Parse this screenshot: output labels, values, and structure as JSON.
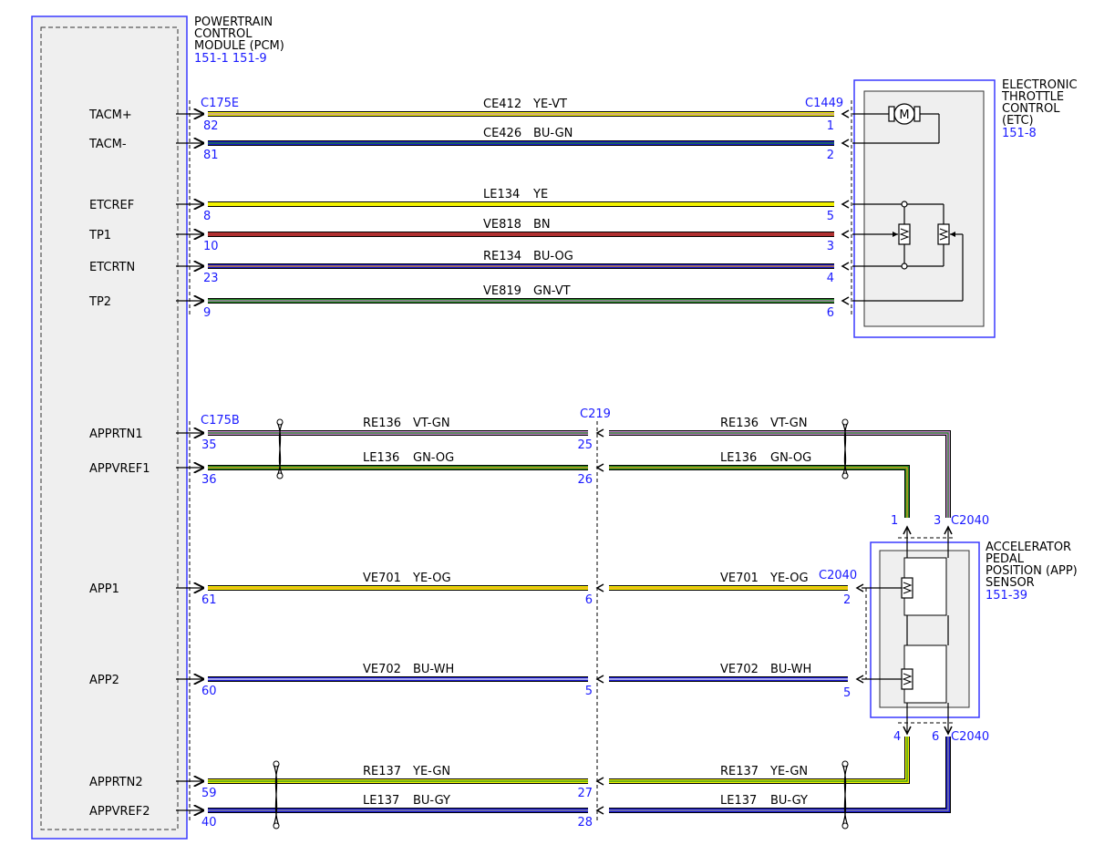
{
  "pcm": {
    "title": [
      "POWERTRAIN",
      "CONTROL",
      "MODULE (PCM)"
    ],
    "ref": "151-1 151-9"
  },
  "etc": {
    "title": [
      "ELECTRONIC",
      "THROTTLE",
      "CONTROL",
      "(ETC)"
    ],
    "ref": "151-8"
  },
  "app_sensor": {
    "title": [
      "ACCELERATOR",
      "PEDAL",
      "POSITION (APP)",
      "SENSOR"
    ],
    "ref": "151-39"
  },
  "connectors": {
    "c175e": "C175E",
    "c1449": "C1449",
    "c175b": "C175B",
    "c219": "C219",
    "c2040": "C2040"
  },
  "colors": {
    "YE": "#f2f200",
    "VT": "#c080c8",
    "BU": "#1515d0",
    "GN": "#1f8a1f",
    "BN": "#b03030",
    "OG": "#f0a020",
    "WH": "#ffffff",
    "GY": "#9a9a9a",
    "frame": "#3a3aff",
    "box_fill": "#efefef"
  },
  "etc_wires": [
    {
      "signal": "TACM+",
      "circuit": "CE412",
      "color": "YE-VT",
      "pcm_pin": "82",
      "etc_pin": "1"
    },
    {
      "signal": "TACM-",
      "circuit": "CE426",
      "color": "BU-GN",
      "pcm_pin": "81",
      "etc_pin": "2"
    },
    {
      "signal": "ETCREF",
      "circuit": "LE134",
      "color": "YE",
      "pcm_pin": "8",
      "etc_pin": "5"
    },
    {
      "signal": "TP1",
      "circuit": "VE818",
      "color": "BN",
      "pcm_pin": "10",
      "etc_pin": "3"
    },
    {
      "signal": "ETCRTN",
      "circuit": "RE134",
      "color": "BU-OG",
      "pcm_pin": "23",
      "etc_pin": "4"
    },
    {
      "signal": "TP2",
      "circuit": "VE819",
      "color": "GN-VT",
      "pcm_pin": "9",
      "etc_pin": "6"
    }
  ],
  "app_wires": [
    {
      "signal": "APPRTN1",
      "circuit": "RE136",
      "color": "VT-GN",
      "pcm_pin": "35",
      "c219_pin": "25",
      "app_pin": "3"
    },
    {
      "signal": "APPVREF1",
      "circuit": "LE136",
      "color": "GN-OG",
      "pcm_pin": "36",
      "c219_pin": "26",
      "app_pin": "1"
    },
    {
      "signal": "APP1",
      "circuit": "VE701",
      "color": "YE-OG",
      "pcm_pin": "61",
      "c219_pin": "6",
      "app_pin": "2"
    },
    {
      "signal": "APP2",
      "circuit": "VE702",
      "color": "BU-WH",
      "pcm_pin": "60",
      "c219_pin": "5",
      "app_pin": "5"
    },
    {
      "signal": "APPRTN2",
      "circuit": "RE137",
      "color": "YE-GN",
      "pcm_pin": "59",
      "c219_pin": "27",
      "app_pin": "4"
    },
    {
      "signal": "APPVREF2",
      "circuit": "LE137",
      "color": "BU-GY",
      "pcm_pin": "40",
      "c219_pin": "28",
      "app_pin": "6"
    }
  ]
}
